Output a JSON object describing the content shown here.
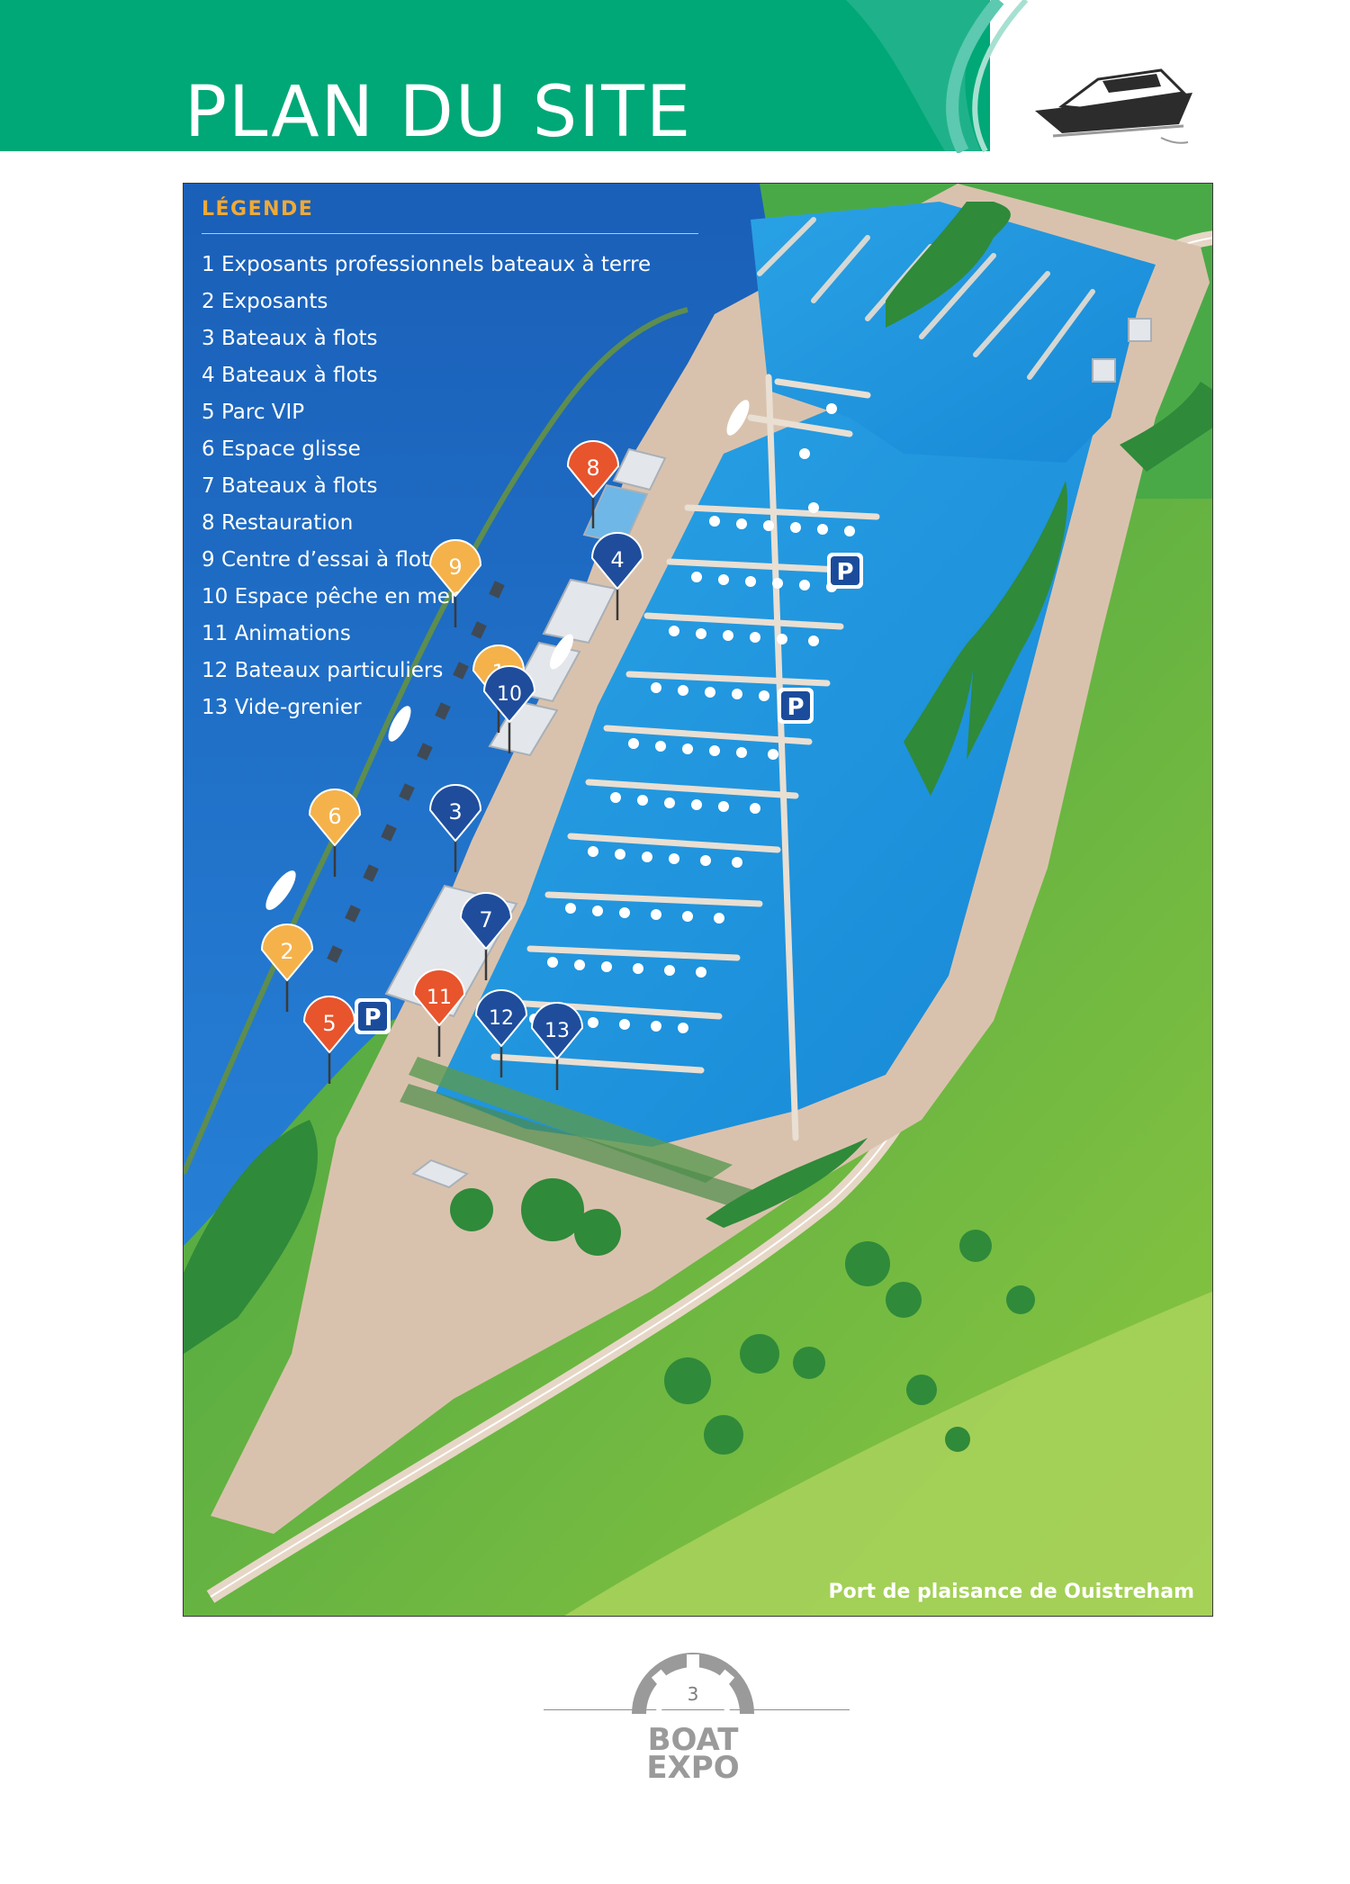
{
  "page": {
    "title": "PLAN DU SITE",
    "page_number": "3"
  },
  "legend": {
    "title": "LÉGENDE",
    "items": [
      "1 Exposants professionnels bateaux à terre",
      "2 Exposants",
      "3 Bateaux à flots",
      "4 Bateaux à flots",
      "5 Parc VIP",
      "6 Espace glisse",
      "7 Bateaux à flots",
      "8 Restauration",
      "9 Centre d’essai à flot",
      "10 Espace pêche en mer",
      "11 Animations",
      "12 Bateaux particuliers",
      "13 Vide-grenier"
    ]
  },
  "map": {
    "caption": "Port de plaisance de Ouistreham",
    "markers": [
      {
        "label": "1",
        "color": "#f5b24a"
      },
      {
        "label": "2",
        "color": "#f5b24a"
      },
      {
        "label": "3",
        "color": "#1f4d9c"
      },
      {
        "label": "4",
        "color": "#1f4d9c"
      },
      {
        "label": "5",
        "color": "#e8542c"
      },
      {
        "label": "6",
        "color": "#f5b24a"
      },
      {
        "label": "7",
        "color": "#1f4d9c"
      },
      {
        "label": "8",
        "color": "#e8542c"
      },
      {
        "label": "9",
        "color": "#f5b24a"
      },
      {
        "label": "10",
        "color": "#1f4d9c"
      },
      {
        "label": "11",
        "color": "#e8542c"
      },
      {
        "label": "12",
        "color": "#1f4d9c"
      },
      {
        "label": "13",
        "color": "#1f4d9c"
      }
    ],
    "parking_label": "P"
  },
  "footer": {
    "logo_text_top": "BOAT",
    "logo_text_bottom": "EXPO"
  },
  "colors": {
    "header_green": "#00a877",
    "header_light": "#5cc9b0",
    "sea": "#1d6fc8",
    "harbor_water": "#1f9ee3",
    "quay": "#d9c2ad",
    "grass": "#5fb548",
    "trees": "#2f8a3a",
    "legend_title": "#f1a935",
    "parking_blue": "#1b4c9c"
  }
}
